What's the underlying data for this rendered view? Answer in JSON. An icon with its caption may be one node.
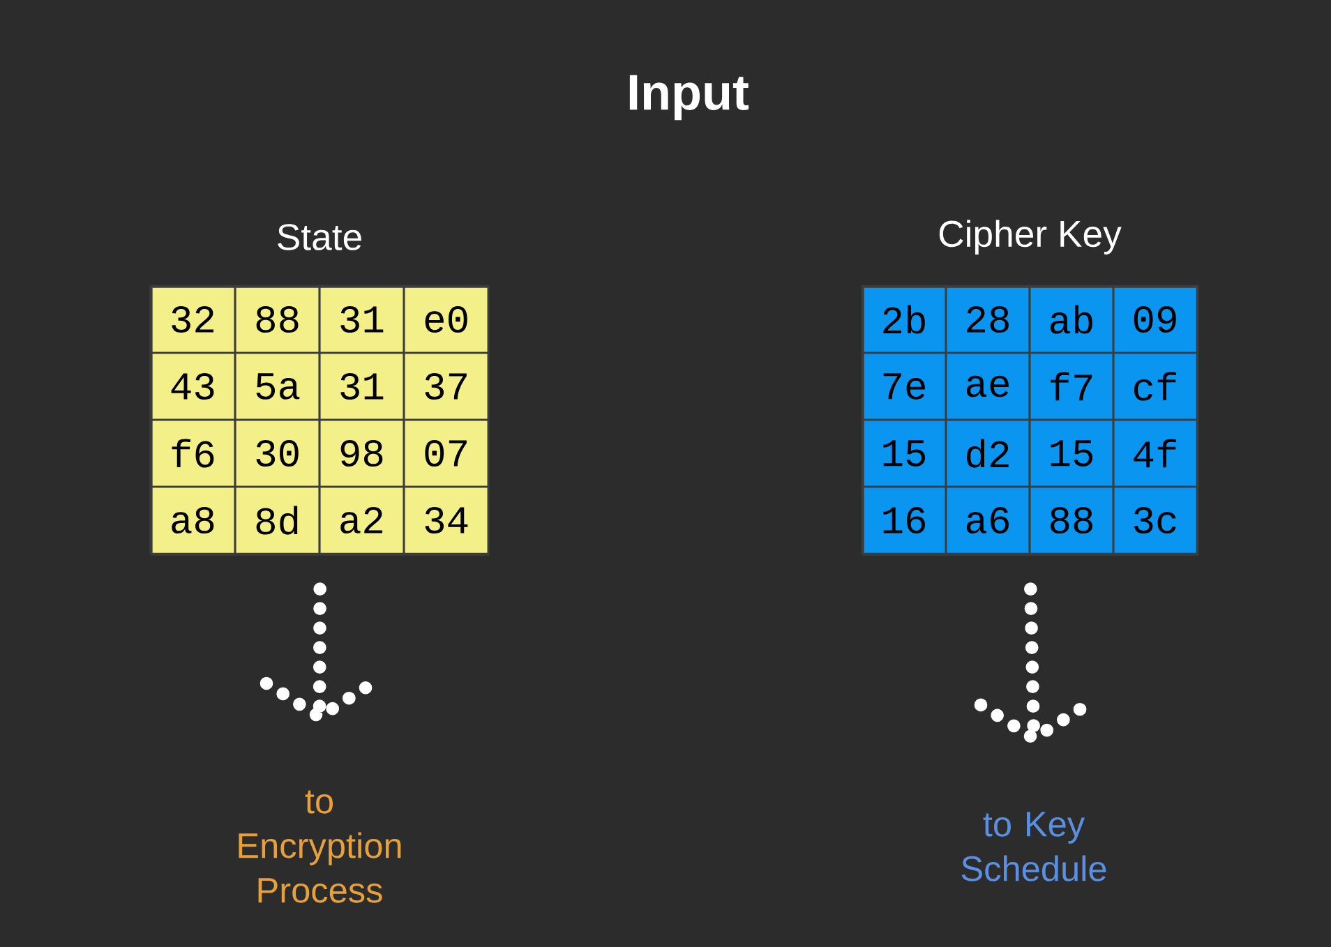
{
  "diagram": {
    "title": "Input",
    "nodes": [
      {
        "text": [
          "State"
        ]
      },
      {
        "text": [
          "Cipher Key"
        ]
      },
      {
        "text": [
          "to Encryption Process"
        ]
      },
      {
        "text": [
          "to Key Schedule"
        ]
      }
    ],
    "edges": [
      {
        "from": 0,
        "to": 2,
        "arrow": "to",
        "style": "dashed"
      },
      {
        "from": 1,
        "to": 3,
        "arrow": "to",
        "style": "dashed"
      }
    ],
    "labels": [
      "32",
      "88",
      "31",
      "e0",
      "43",
      "5a",
      "31",
      "37",
      "f6",
      "30",
      "98",
      "07",
      "a8",
      "8d",
      "a2",
      "34",
      "2b",
      "28",
      "ab",
      "09",
      "7e",
      "ae",
      "f7",
      "cf",
      "15",
      "d2",
      "15",
      "4f",
      "16",
      "a6",
      "88",
      "3c"
    ]
  }
}
